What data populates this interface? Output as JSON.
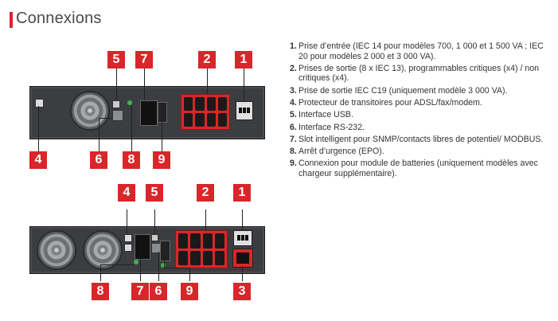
{
  "title": "Connexions",
  "accent_color": "#d9262a",
  "diagram_top": {
    "labels": [
      "5",
      "7",
      "2",
      "1",
      "4",
      "6",
      "8",
      "9"
    ]
  },
  "diagram_bottom": {
    "labels": [
      "4",
      "5",
      "2",
      "1",
      "8",
      "7",
      "6",
      "9",
      "3"
    ]
  },
  "legend": [
    {
      "num": "1.",
      "text": "Prise d’entrée (IEC 14 pour modèles 700, 1 000 et 1 500 VA ; IEC 20 pour modèles 2 000 et 3 000 VA)."
    },
    {
      "num": "2.",
      "text": "Prises de sortie (8 x IEC 13), programmables critiques (x4) / non critiques (x4)."
    },
    {
      "num": "3.",
      "text": "Prise de sortie IEC C19 (uniquement modèle 3 000 VA)."
    },
    {
      "num": "4.",
      "text": "Protecteur de transitoires pour ADSL/fax/modem."
    },
    {
      "num": "5.",
      "text": "Interface USB."
    },
    {
      "num": "6.",
      "text": "Interface RS-232."
    },
    {
      "num": "7.",
      "text": "Slot intelligent pour SNMP/contacts libres de potentiel/ MODBUS."
    },
    {
      "num": "8.",
      "text": "Arrêt d’urgence (EPO)."
    },
    {
      "num": "9.",
      "text": "Connexion pour module de batteries (uniquement modèles avec chargeur supplémentaire)."
    }
  ]
}
